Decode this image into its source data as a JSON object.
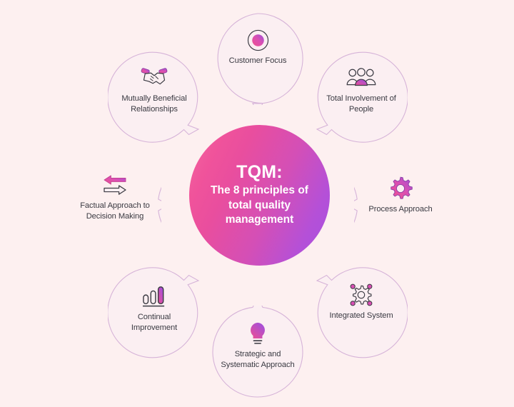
{
  "background_color": "#fdf0f0",
  "hub": {
    "title": "TQM:",
    "subtitle": "The 8 principles of total quality management",
    "gradient_from": "#f4689f",
    "gradient_to": "#a84fe0",
    "text_color": "#ffffff"
  },
  "style": {
    "bubble_border_color": "#d6b3d8",
    "bubble_fill_color": "#fbeff2",
    "label_color": "#3a3a42",
    "icon_outline_color": "#3a3a42",
    "icon_accent_pink": "#ec4899",
    "icon_accent_purple": "#9b4fd8"
  },
  "principles": [
    {
      "id": "customer-focus",
      "label": "Customer Focus",
      "icon": "bullseye-target-icon",
      "position": "top"
    },
    {
      "id": "total-involvement-of-people",
      "label": "Total Involvement of People",
      "icon": "three-people-group-icon",
      "position": "top-right"
    },
    {
      "id": "process-approach",
      "label": "Process Approach",
      "icon": "gear-cog-icon",
      "position": "right"
    },
    {
      "id": "integrated-system",
      "label": "Integrated System",
      "icon": "gear-network-nodes-icon",
      "position": "bottom-right"
    },
    {
      "id": "strategic-and-systematic-approach",
      "label": "Strategic and Systematic Approach",
      "icon": "lightbulb-icon",
      "position": "bottom"
    },
    {
      "id": "continual-improvement",
      "label": "Continual Improvement",
      "icon": "bar-chart-growth-icon",
      "position": "bottom-left"
    },
    {
      "id": "factual-approach-to-decision-making",
      "label": "Factual Approach to Decision Making",
      "icon": "two-way-arrows-icon",
      "position": "left"
    },
    {
      "id": "mutually-beneficial-relationships",
      "label": "Mutually Beneficial Relationships",
      "icon": "handshake-icon",
      "position": "top-left"
    }
  ]
}
